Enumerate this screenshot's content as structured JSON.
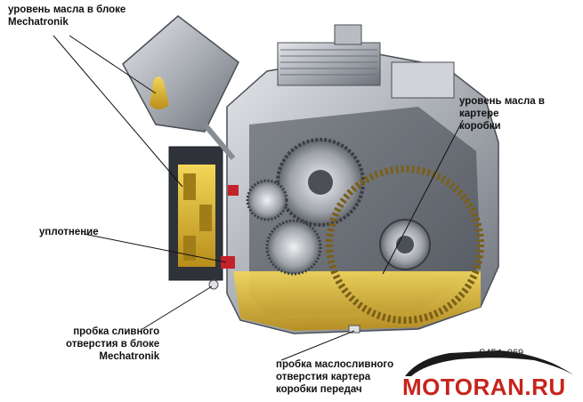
{
  "labels": {
    "mechatronik_oil_level": "уровень масла в блоке\nMechatronik",
    "gearbox_oil_level": "уровень масла в картере\nкоробки",
    "seal": "уплотнение",
    "mechatronik_drain_plug": "пробка сливного\nотверстия в блоке\nMechatronik",
    "gearbox_drain_plug": "пробка маслосливного\nотверстия картера\nкоробки передач"
  },
  "figure_code": "S454_069",
  "watermark": "MOTORAN.RU",
  "colors": {
    "oil": "#e8c43c",
    "casing": "#c8cbd0",
    "casing_dark": "#5d6168",
    "logo_red": "#c7241d"
  }
}
